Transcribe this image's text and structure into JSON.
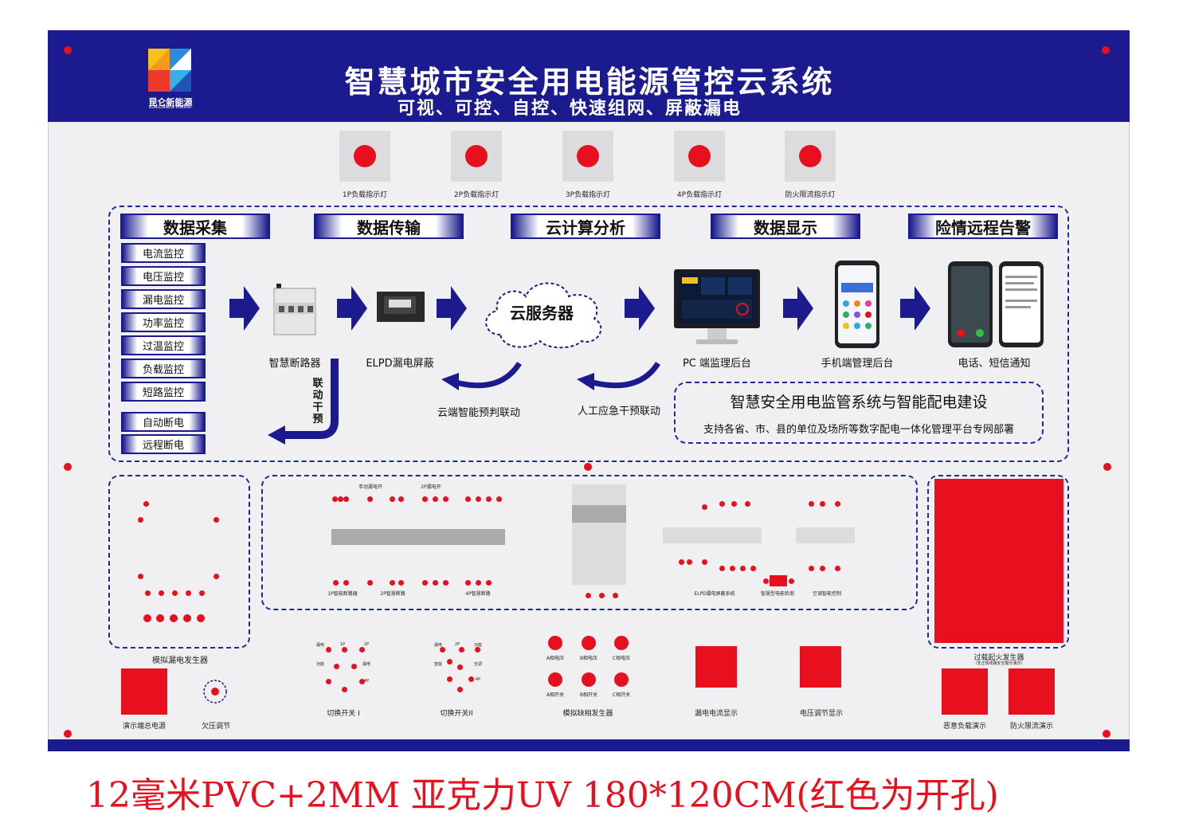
{
  "header": {
    "title": "智慧城市安全用电能源管控云系统",
    "subtitle": "可视、可控、自控、快速组网、屏蔽漏电",
    "logo_cn": "昆仑新能源",
    "logo_en": "KUNLUNNEW ENERGY"
  },
  "indicators": [
    "1P负载指示灯",
    "2P负载指示灯",
    "3P负载指示灯",
    "4P负载指示灯",
    "防火限流指示灯"
  ],
  "stages": [
    "数据采集",
    "数据传输",
    "云计算分析",
    "数据显示",
    "险情远程告警"
  ],
  "monitors": [
    "电流监控",
    "电压监控",
    "漏电监控",
    "功率监控",
    "过温监控",
    "负载监控",
    "短路监控"
  ],
  "controls": [
    "自动断电",
    "远程断电"
  ],
  "devices": {
    "breaker": "智慧断路器",
    "elpd": "ELPD漏电屏蔽",
    "cloud": "云服务器",
    "pc": "PC 端监理后台",
    "mobile": "手机端管理后台",
    "notify": "电话、短信通知"
  },
  "links": {
    "linkage": "联动干预",
    "cloud_predict": "云端智能预判联动",
    "manual": "人工应急干预联动"
  },
  "info_box": {
    "title": "智慧安全用电监管系统与智能配电建设",
    "text": "支持各省、市、县的单位及场所等数字配电一体化管理平台专网部署"
  },
  "modules": {
    "leak_generator": "模拟漏电发生器",
    "mid_top_left": "手动漏电开",
    "mid_top_right": "2P漏电开",
    "mid_bottom_left": "1P智能断路器",
    "mid_bottom_mid": "2P智慧断路",
    "mid_bottom_right": "4P智慧断路",
    "elpd_caption": "ELPD漏电屏蔽系统",
    "smart_meter": "智慧型电能检测",
    "right_caption": "空调智能控制",
    "fire_generator": "过载起火发生器",
    "fire_sub": "（非正规线路安全警示演示）",
    "demo_power": "演示端总电源",
    "undervoltage": "欠压调节",
    "switch1": "切换开关 I",
    "switch2": "切换开关II",
    "phase_loss": "模拟缺相发生器",
    "leak_display": "漏电电流显示",
    "voltage_display": "电压调节显示",
    "malicious_load": "恶意负载演示",
    "fire_limit": "防火限流演示"
  },
  "phase": {
    "top": [
      "A相电压",
      "B相电压",
      "C相电压"
    ],
    "bottom": [
      "A相开关",
      "B相开关",
      "C相开关"
    ]
  },
  "switch_labels": {
    "s1": [
      "漏电",
      "1P",
      "2P",
      "功能",
      "漏电",
      "4P"
    ],
    "s2": [
      "漏电",
      "2P",
      "功能",
      "智能",
      "空调",
      "4P"
    ]
  },
  "footer_note": "12毫米PVC+2MM 亚克力UV 180*120CM(红色为开孔)",
  "colors": {
    "brand_blue": "#1b1b8f",
    "hole_red": "#e8101e"
  }
}
